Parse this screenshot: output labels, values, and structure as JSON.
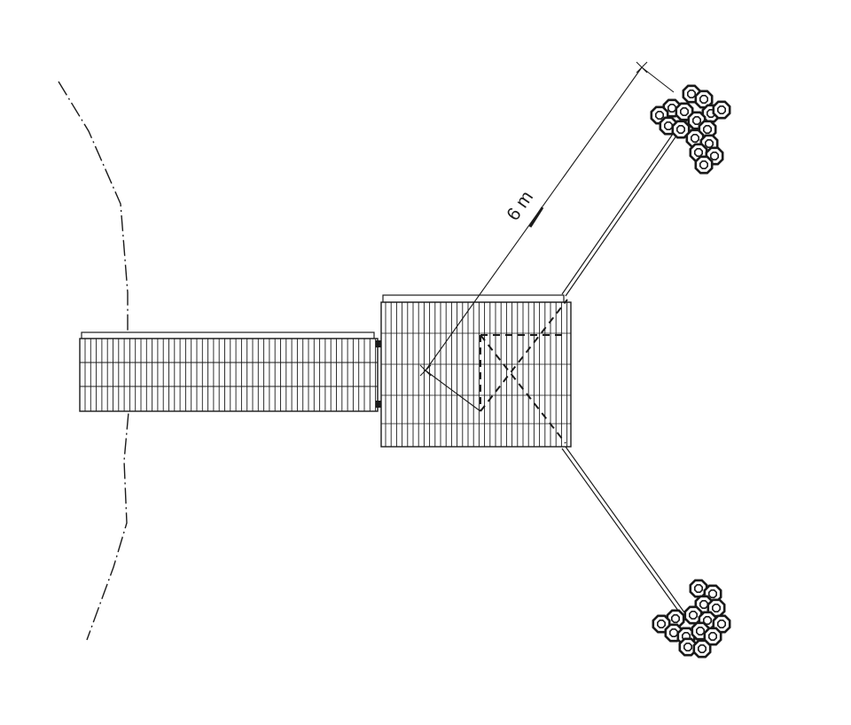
{
  "diagram": {
    "dimension_label": "6 m",
    "line_color": "#1a1a1a",
    "background_color": "#ffffff",
    "elements": [
      "shoreline",
      "gangway",
      "floating-dock",
      "anchor-chain-top",
      "anchor-chain-bottom",
      "anchor-block-top",
      "anchor-block-bottom",
      "dimension-line"
    ]
  }
}
